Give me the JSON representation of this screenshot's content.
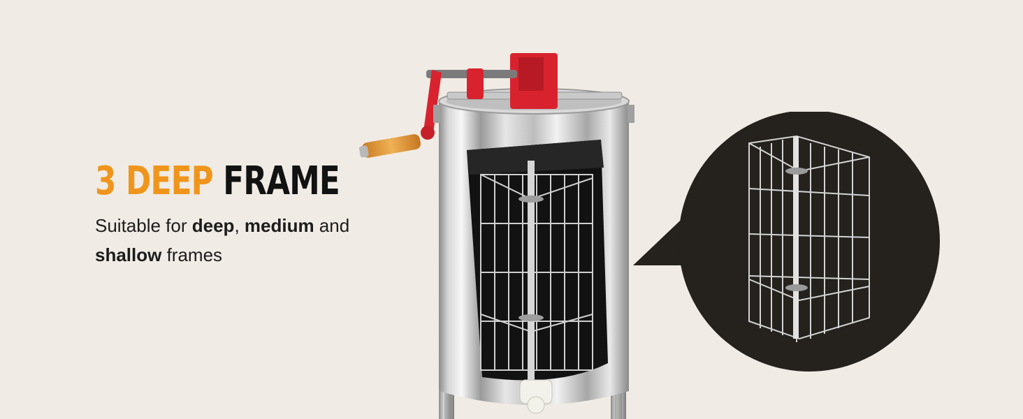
{
  "headline": {
    "accent": "3 DEEP",
    "rest": "FRAME",
    "accent_color": "#f0951c",
    "text_color": "#121212"
  },
  "subtitle": {
    "part1": "Suitable for ",
    "bold1": "deep",
    "part2": ", ",
    "bold2": "medium",
    "part3": " and ",
    "bold3": "shallow",
    "part4": " frames"
  },
  "colors": {
    "background": "#f0ebe4",
    "callout": "#25211d",
    "handle_red": "#d8232f",
    "handle_wood": "#e49a3b"
  },
  "icons": {
    "product": "honey-extractor-image",
    "detail": "frame-basket-detail-image"
  }
}
